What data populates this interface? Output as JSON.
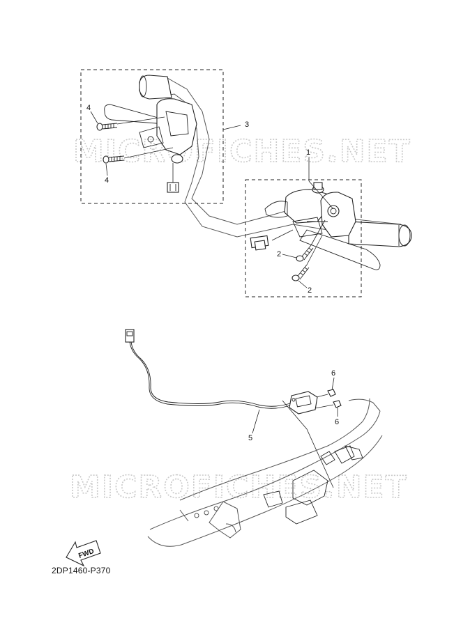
{
  "watermark": "MICROFICHES.NET",
  "callouts": {
    "c1": "1",
    "c2a": "2",
    "c2b": "2",
    "c3": "3",
    "c4a": "4",
    "c4b": "4",
    "c5": "5",
    "c6a": "6",
    "c6b": "6"
  },
  "fwd_label": "FWD",
  "part_code": "2DP1460-P370"
}
